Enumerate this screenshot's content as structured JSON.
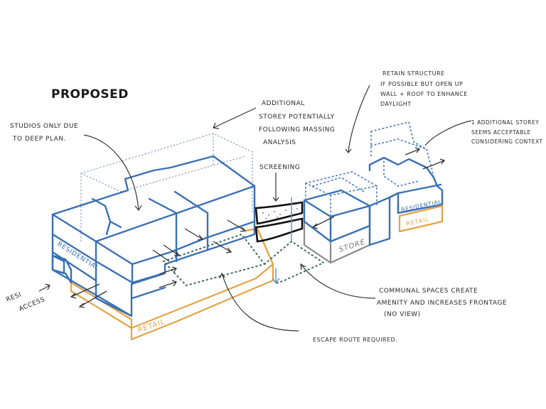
{
  "title": "PROPOSED",
  "annotations": {
    "studios": [
      "STUDIOS ONLY DUE",
      "TO DEEP PLAN."
    ],
    "additional_storey": [
      "ADDITIONAL",
      "STOREY POTENTIALLY",
      "FOLLOWING MASSING",
      "ANALYSIS"
    ],
    "screening": "SCREENING",
    "retain_structure": [
      "RETAIN STRUCTURE",
      "IF POSSIBLE BUT OPEN UP",
      "WALL + ROOF TO ENHANCE",
      "DAYLIGHT"
    ],
    "one_additional_storey": [
      "1 ADDITIONAL STOREY",
      "SEEMS ACCEPTABLE",
      "CONSIDERING CONTEXT"
    ],
    "communal_spaces": [
      "COMMUNAL SPACES CREATE",
      "AMENITY AND INCREASES FRONTAGE",
      "(NO VIEW)"
    ],
    "escape_route": "ESCAPE ROUTE REQUIRED.",
    "resi_access": [
      "RESI",
      "ACCESS"
    ]
  },
  "block_labels": {
    "residential_left": "RESIDENTIAL",
    "retail_left": "RETAIL",
    "store": "STORE",
    "residential_right": "RESIDENTIAL",
    "retail_right": "RETAIL"
  },
  "colors": {
    "residential": "#3a70b5",
    "retail": "#e3a343",
    "store": "#8a8a8a",
    "screening": "#111111",
    "communal_dotted": "#3d6b5a"
  }
}
